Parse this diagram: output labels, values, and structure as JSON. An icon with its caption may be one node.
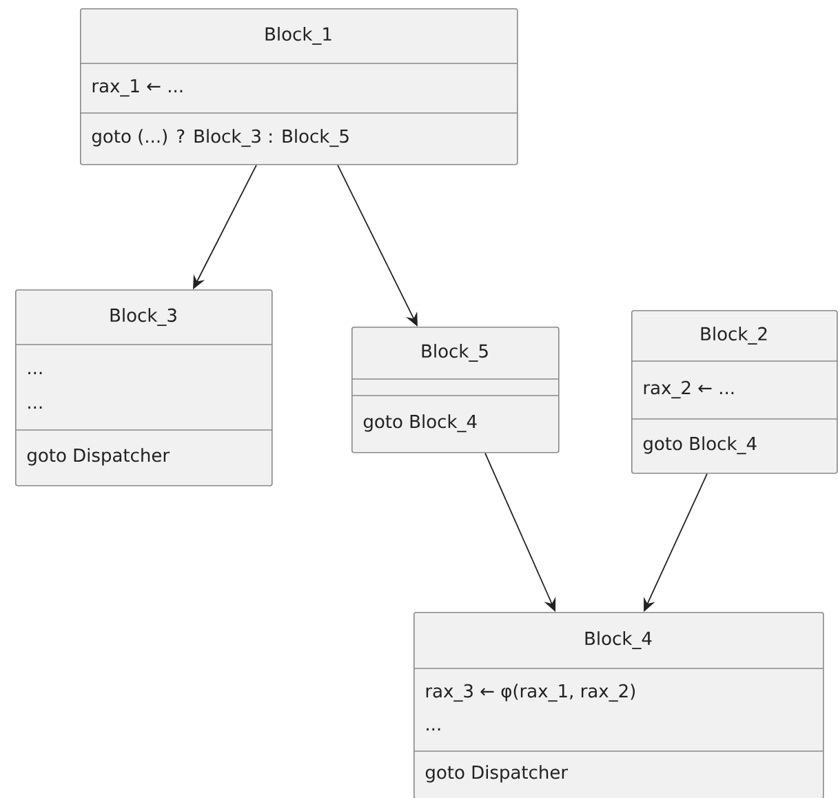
{
  "diagram": {
    "nodes": [
      {
        "text": [
          "Block_1",
          "rax_1 ← ...",
          "goto (...) ? Block_3 : Block_5"
        ]
      },
      {
        "text": [
          "Block_3",
          "...",
          "...",
          "goto Dispatcher"
        ]
      },
      {
        "text": [
          "Block_5",
          "goto Block_4"
        ]
      },
      {
        "text": [
          "Block_2",
          "rax_2 ← ...",
          "goto Block_4"
        ]
      },
      {
        "text": [
          "Block_4",
          "rax_3 ← φ(rax_1, rax_2)",
          "...",
          "goto Dispatcher"
        ]
      }
    ],
    "edges": [
      {
        "from": 0,
        "to": 1,
        "arrow": "to"
      },
      {
        "from": 0,
        "to": 2,
        "arrow": "to"
      },
      {
        "from": 2,
        "to": 4,
        "arrow": "to"
      },
      {
        "from": 3,
        "to": 4,
        "arrow": "to"
      }
    ]
  }
}
